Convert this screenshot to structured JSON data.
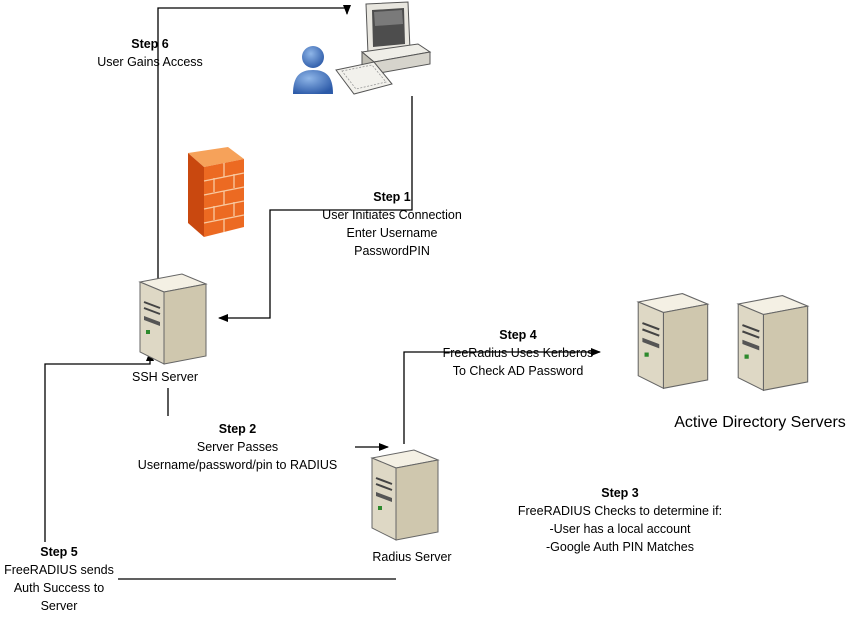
{
  "diagram": {
    "step6": {
      "title": "Step 6",
      "lines": [
        "User Gains Access"
      ]
    },
    "step1": {
      "title": "Step 1",
      "lines": [
        "User Initiates Connection",
        "Enter Username",
        "PasswordPIN"
      ]
    },
    "step4": {
      "title": "Step 4",
      "lines": [
        "FreeRadius Uses Kerberos",
        "To Check AD Password"
      ]
    },
    "step2": {
      "title": "Step 2",
      "lines": [
        "Server Passes",
        "Username/password/pin to RADIUS"
      ]
    },
    "step3": {
      "title": "Step 3",
      "lines": [
        "FreeRADIUS Checks to determine if:",
        "-User has a local account",
        "-Google Auth PIN Matches"
      ]
    },
    "step5": {
      "title": "Step 5",
      "lines": [
        "FreeRADIUS sends",
        "Auth Success to",
        "Server"
      ]
    },
    "nodes": {
      "ssh_server": "SSH Server",
      "radius_server": "Radius Server",
      "ad_servers": "Active Directory Servers"
    },
    "icons": [
      "user-icon",
      "workstation-icon",
      "firewall-icon",
      "ssh-server-icon",
      "radius-server-icon",
      "ad-server-icon"
    ]
  }
}
